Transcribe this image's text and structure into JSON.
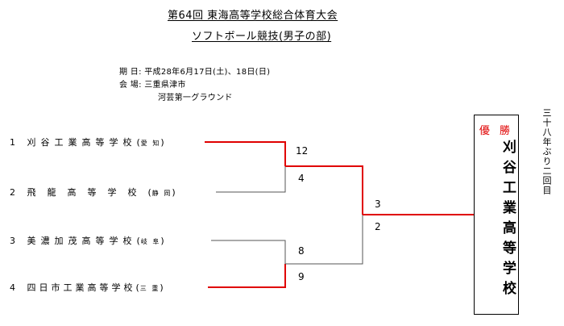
{
  "header": {
    "title": "第64回  東海高等学校総合体育大会",
    "subtitle": "ソフトボール競技(男子の部)"
  },
  "info": {
    "date_label": "期  日:",
    "date": "平成28年6月17日(土)、18日(日)",
    "venue_label": "会  場:",
    "venue": "三重県津市",
    "venue_detail": "河芸第一グラウンド"
  },
  "teams": [
    {
      "num": "1",
      "name": "刈谷工業高等学校",
      "pref": "愛 知"
    },
    {
      "num": "2",
      "name": "飛龍高等学校",
      "pref": "静 岡"
    },
    {
      "num": "3",
      "name": "美濃加茂高等学校",
      "pref": "岐 阜"
    },
    {
      "num": "4",
      "name": "四日市工業高等学校",
      "pref": "三 重"
    }
  ],
  "scores": {
    "semi1": [
      "12",
      "4"
    ],
    "semi2": [
      "8",
      "9"
    ],
    "final": [
      "3",
      "2"
    ]
  },
  "champion": {
    "label": "優 勝",
    "name": "刈谷工業高等学校"
  },
  "note": "三十八年ぶり二回目",
  "colors": {
    "winner_line": "#e00000",
    "loser_line": "#555555",
    "champion_label": "#e00000"
  }
}
